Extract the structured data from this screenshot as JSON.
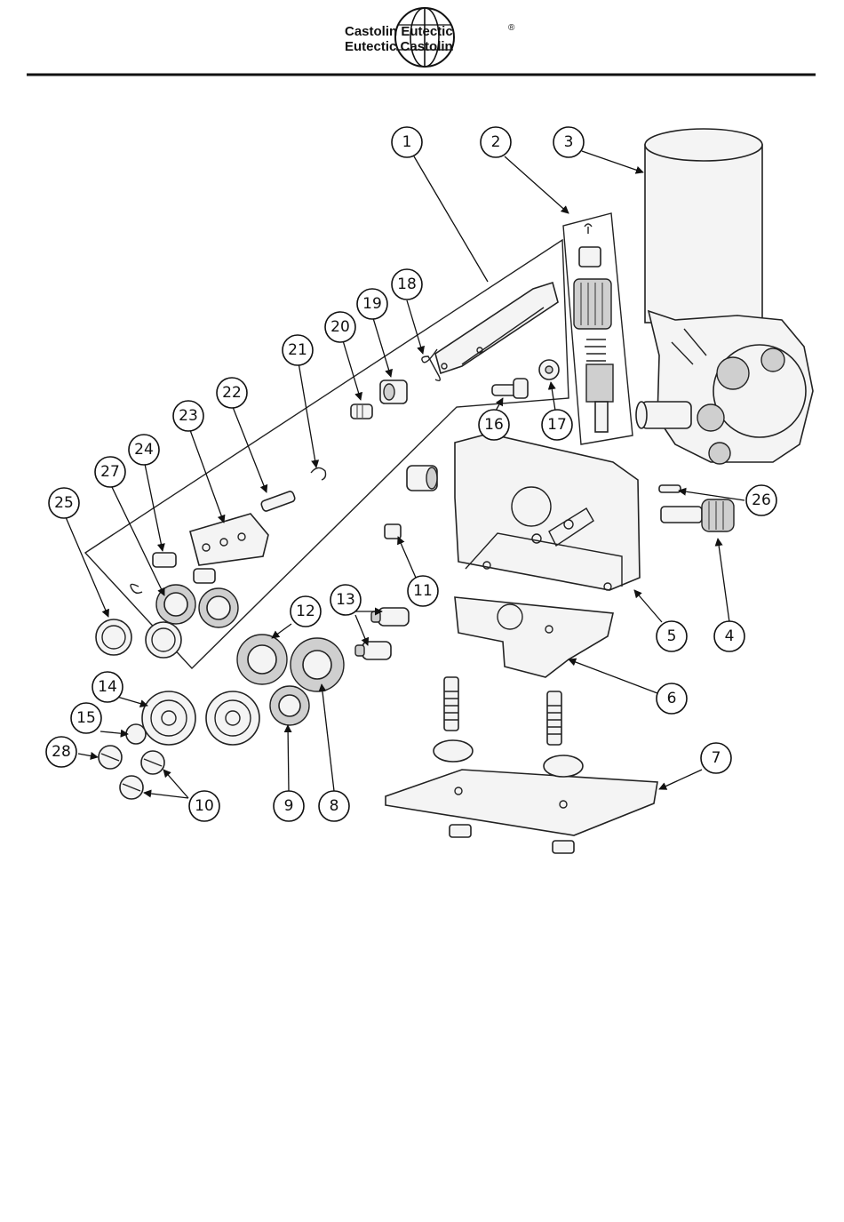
{
  "header": {
    "logo_line_1": "Castolin Eutectic",
    "logo_line_2": "Eutectic Castolin",
    "registered_mark": "®"
  },
  "diagram": {
    "callouts": [
      "1",
      "2",
      "3",
      "4",
      "5",
      "6",
      "7",
      "8",
      "9",
      "10",
      "11",
      "12",
      "13",
      "14",
      "15",
      "16",
      "17",
      "18",
      "19",
      "20",
      "21",
      "22",
      "23",
      "24",
      "25",
      "26",
      "27",
      "28"
    ]
  }
}
